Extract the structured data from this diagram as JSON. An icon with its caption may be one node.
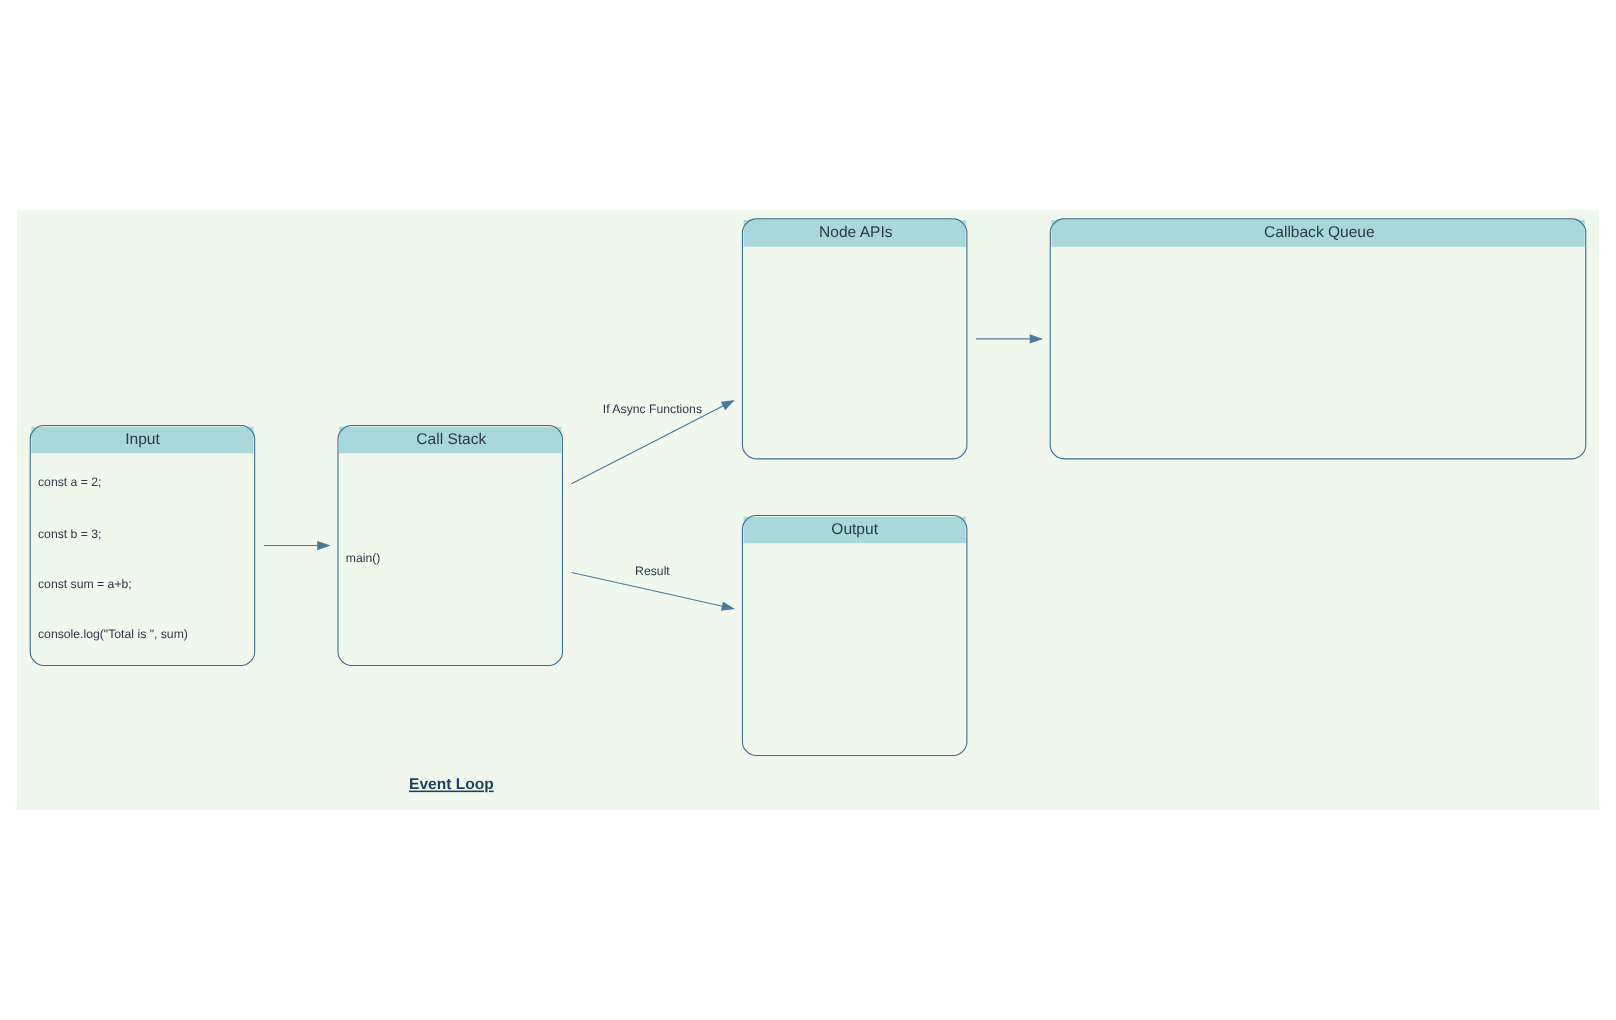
{
  "diagram": {
    "nodes": [
      {
        "text": [
          "Input",
          "const a = 2;",
          "const b = 3;",
          "const sum = a+b;",
          "console.log(\"Total is \", sum)"
        ]
      },
      {
        "text": [
          "Call Stack",
          "main()"
        ]
      },
      {
        "text": [
          "Node APIs"
        ]
      },
      {
        "text": [
          "Output"
        ]
      },
      {
        "text": [
          "Callback Queue"
        ]
      }
    ],
    "edges": [
      {
        "from": 0,
        "to": 1,
        "arrow": "to"
      },
      {
        "from": 1,
        "to": 2,
        "arrow": "to",
        "label": "If Async Functions"
      },
      {
        "from": 1,
        "to": 3,
        "arrow": "to",
        "label": "Result"
      },
      {
        "from": 2,
        "to": 4,
        "arrow": "to"
      }
    ],
    "labels": [
      "Event Loop"
    ]
  }
}
